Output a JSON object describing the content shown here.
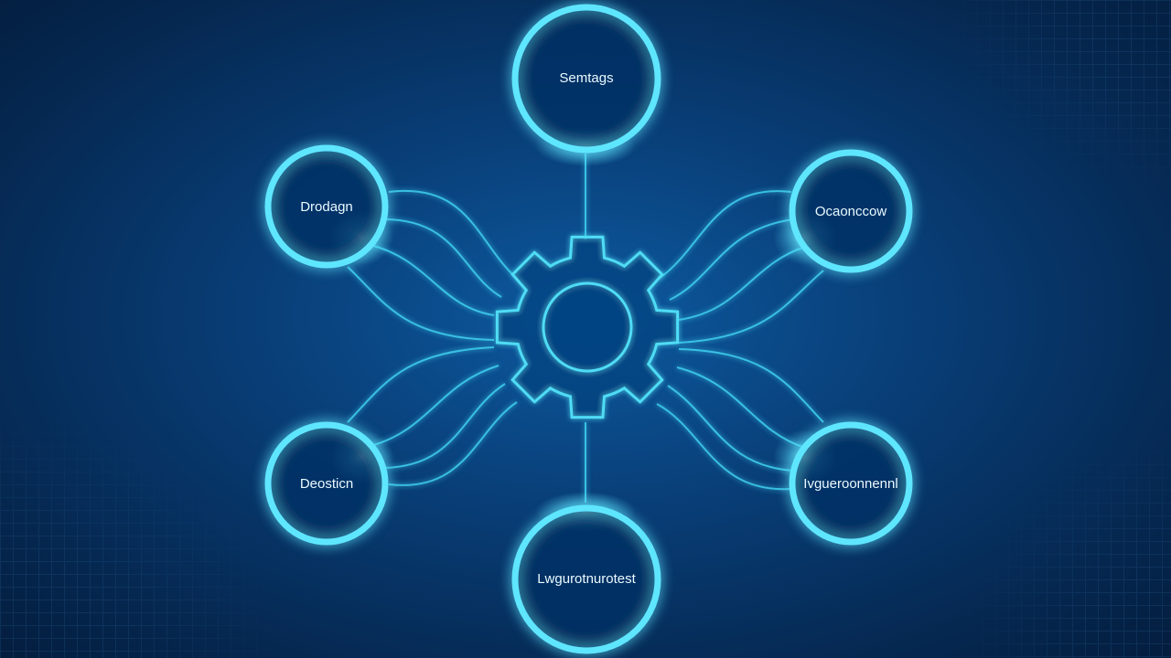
{
  "colors": {
    "background": "#073568",
    "accent": "#5fe6ff",
    "connector": "#3fd0f0",
    "label": "#eafaff"
  },
  "center": {
    "icon": "gear-icon"
  },
  "nodes": [
    {
      "id": "top",
      "label": "Semtags"
    },
    {
      "id": "upper-left",
      "label": "Drodagn"
    },
    {
      "id": "upper-right",
      "label": "Ocaonccow"
    },
    {
      "id": "lower-left",
      "label": "Deosticn"
    },
    {
      "id": "lower-right",
      "label": "Ivgueroonnennl"
    },
    {
      "id": "bottom",
      "label": "Lwgurotnurotest"
    }
  ]
}
